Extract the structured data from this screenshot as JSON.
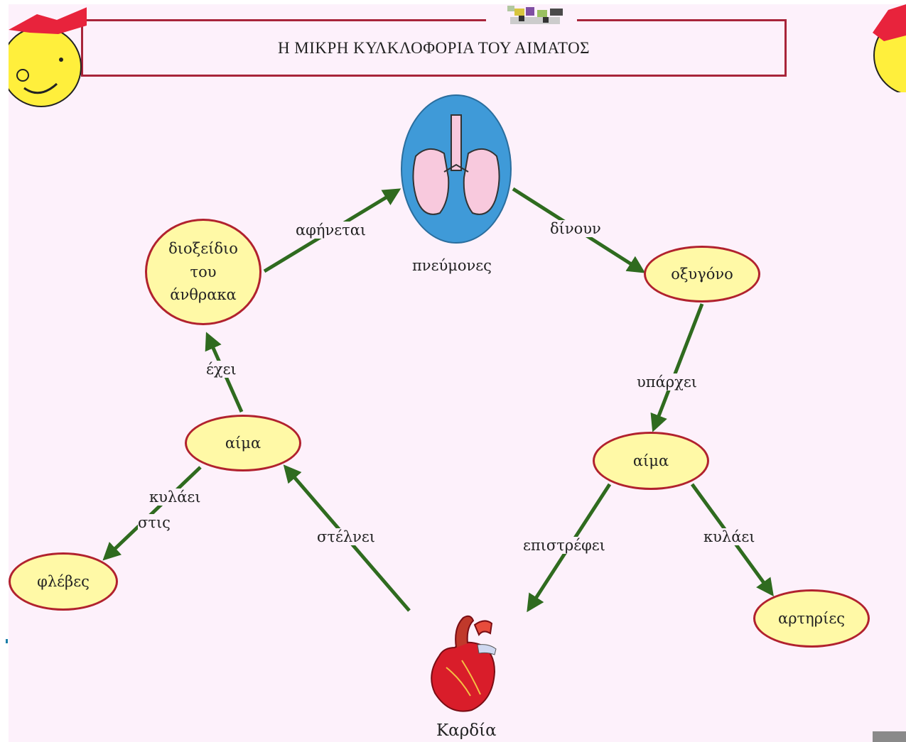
{
  "title": "Η ΜΙΚΡΗ ΚΥΛΚΛΟΦΟΡΙΑ ΤΟΥ ΑΙΜΑΤΟΣ",
  "images": {
    "lungs": "lungs-icon",
    "heart": "heart-icon",
    "cartoon_face": "cartoon-face-icon"
  },
  "image_labels": {
    "lungs": "πνεύμονες",
    "heart": "Καρδία"
  },
  "nodes": {
    "co2": [
      "διοξείδιο",
      "του",
      "άνθρακα"
    ],
    "oxygen": "οξυγόνο",
    "blood_left": "αίμα",
    "blood_right": "αίμα",
    "veins": "φλέβες",
    "arteries": "αρτηρίες"
  },
  "links": {
    "leaves": "αφήνεται",
    "give": "δίνουν",
    "has": "έχει",
    "exists": "υπάρχει",
    "flows_in_1": "κυλάει",
    "flows_in_2": "στις",
    "sends": "στέλνει",
    "returns": "επιστρέφει",
    "flows": "κυλάει"
  },
  "colors": {
    "background": "#fdf1fb",
    "node_fill": "#fff9a6",
    "node_border": "#b1222e",
    "arrow": "#2f6b1f",
    "title_border": "#a8253a"
  }
}
